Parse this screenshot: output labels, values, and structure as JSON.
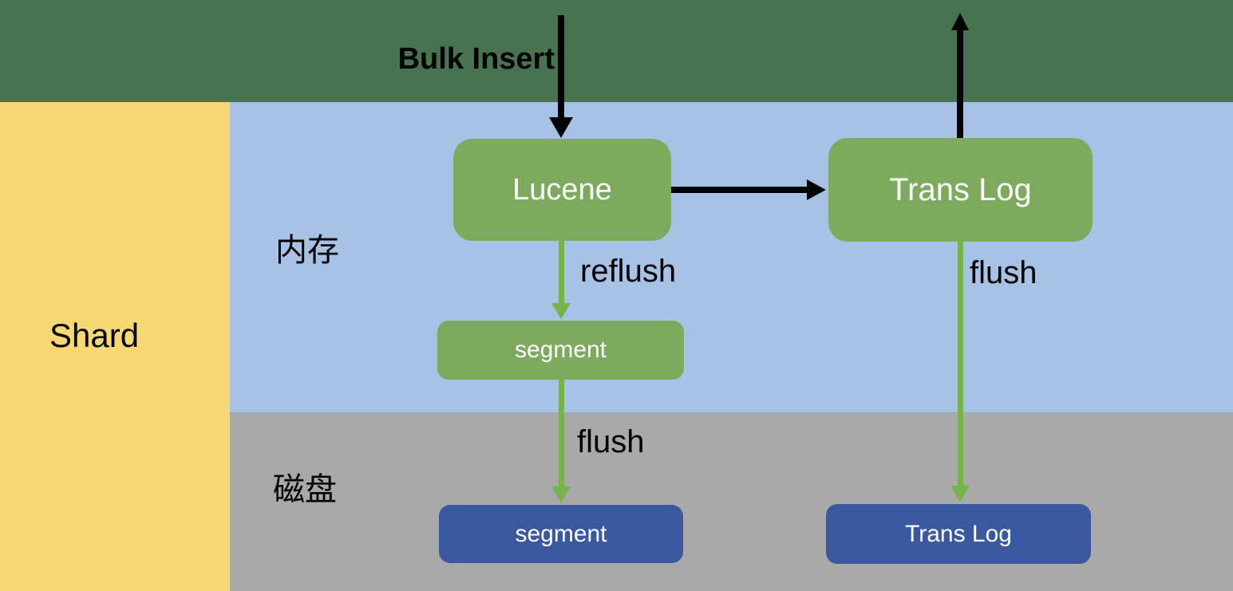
{
  "diagram": {
    "type": "flow-diagram",
    "topic": "Elasticsearch shard write path"
  },
  "regions": {
    "shard": {
      "label": "Shard"
    },
    "memory": {
      "label": "内存"
    },
    "disk": {
      "label": "磁盘"
    }
  },
  "nodes": {
    "lucene": {
      "label": "Lucene"
    },
    "translog_memory": {
      "label": "Trans Log"
    },
    "segment_memory": {
      "label": "segment"
    },
    "segment_disk": {
      "label": "segment"
    },
    "translog_disk": {
      "label": "Trans Log"
    }
  },
  "edges": {
    "bulk_insert": {
      "label": "Bulk Insert",
      "direction": "down",
      "color": "#000000"
    },
    "translog_out": {
      "label": "",
      "direction": "up",
      "color": "#000000"
    },
    "lucene_to_translog": {
      "label": "",
      "direction": "right",
      "color": "#000000"
    },
    "reflush": {
      "label": "reflush",
      "direction": "down",
      "color": "#76B34B"
    },
    "flush_segment": {
      "label": "flush",
      "direction": "down",
      "color": "#76B34B"
    },
    "flush_translog": {
      "label": "flush",
      "direction": "down",
      "color": "#76B34B"
    }
  },
  "colors": {
    "header_band": "#47734E",
    "shard_region": "#F8D873",
    "memory_region": "#A6C3E5",
    "disk_region": "#A9A9A9",
    "memory_node": "#7CAB5E",
    "disk_node": "#3A58A0",
    "green_arrow": "#76B34B",
    "black_arrow": "#000000",
    "node_text": "#FFFFFF",
    "label_text": "#000000"
  }
}
